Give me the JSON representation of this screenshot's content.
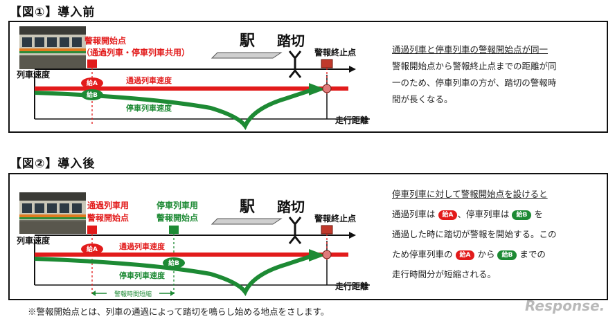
{
  "fig1": {
    "heading": "【図①】導入前",
    "warn_start_label_1": "警報開始点",
    "warn_start_label_2": "（通過列車・停車列車共用）",
    "station": "駅",
    "crossing": "踏切",
    "warn_end": "警報終止点",
    "speed_axis": "列車速度",
    "distance_axis": "走行距離",
    "pass_speed": "通過列車速度",
    "stop_speed": "停車列車速度",
    "pill_a": "給A",
    "pill_b": "給B",
    "desc_lines": [
      "通過列車と停車列車の警報開始点が同一",
      "警報開始点から警報終止点までの距離が同",
      "一のため、停車列車の方が、踏切の警報時",
      "間が長くなる。"
    ]
  },
  "fig2": {
    "heading": "【図②】導入後",
    "pass_start_1": "通過列車用",
    "pass_start_2": "警報開始点",
    "stop_start_1": "停車列車用",
    "stop_start_2": "警報開始点",
    "station": "駅",
    "crossing": "踏切",
    "warn_end": "警報終止点",
    "speed_axis": "列車速度",
    "distance_axis": "走行距離",
    "pass_speed": "通過列車速度",
    "stop_speed": "停車列車速度",
    "pill_a": "給A",
    "pill_b": "給B",
    "shortened": "警報時間短縮",
    "desc_line1": "停車列車に対して警報開始点を設けると",
    "desc_line2_a": "通過列車は",
    "desc_line2_b": "、停車列車は",
    "desc_line2_c": "を",
    "desc_line3": "通過した時に踏切が警報を開始する。この",
    "desc_line4_a": "ため停車列車の",
    "desc_line4_b": "から",
    "desc_line4_c": "までの",
    "desc_line5": "走行時間分が短縮される。"
  },
  "footnote": "※警報開始点とは、列車の通過によって踏切を鳴らし始める地点をさします。",
  "watermark": "Response.",
  "colors": {
    "red": "#e21b1b",
    "green": "#1d8a34",
    "dark_red": "#c0392b"
  }
}
